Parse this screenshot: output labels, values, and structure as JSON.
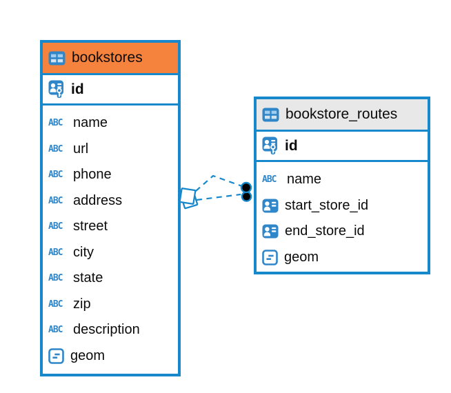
{
  "colors": {
    "accent-blue": "#1688CB",
    "header-orange": "#F6833D",
    "header-gray": "#E8E8E8",
    "icon-blue": "#2F86C9",
    "icon-light-blue": "#9FCCEF",
    "text-black": "#0B0B0B",
    "dot-black": "#000000",
    "bg-white": "#FFFFFF"
  },
  "icons": {
    "text_type_glyph": "ABC"
  },
  "diagram": {
    "tables": [
      {
        "title": "bookstores",
        "header_style": "orange",
        "primary_key": {
          "name": "id",
          "type": "primary-key"
        },
        "columns": [
          {
            "name": "name",
            "type": "text"
          },
          {
            "name": "url",
            "type": "text"
          },
          {
            "name": "phone",
            "type": "text"
          },
          {
            "name": "address",
            "type": "text"
          },
          {
            "name": "street",
            "type": "text"
          },
          {
            "name": "city",
            "type": "text"
          },
          {
            "name": "state",
            "type": "text"
          },
          {
            "name": "zip",
            "type": "text"
          },
          {
            "name": "description",
            "type": "text"
          },
          {
            "name": "geom",
            "type": "geometry"
          }
        ]
      },
      {
        "title": "bookstore_routes",
        "header_style": "gray",
        "primary_key": {
          "name": "id",
          "type": "primary-key"
        },
        "columns": [
          {
            "name": "name",
            "type": "text"
          },
          {
            "name": "start_store_id",
            "type": "reference"
          },
          {
            "name": "end_store_id",
            "type": "reference"
          },
          {
            "name": "geom",
            "type": "geometry"
          }
        ]
      }
    ],
    "relationships": [
      {
        "from_table": "bookstores",
        "to_table": "bookstore_routes",
        "style": "dashed"
      },
      {
        "from_table": "bookstores",
        "to_table": "bookstore_routes",
        "style": "dashed"
      }
    ]
  }
}
